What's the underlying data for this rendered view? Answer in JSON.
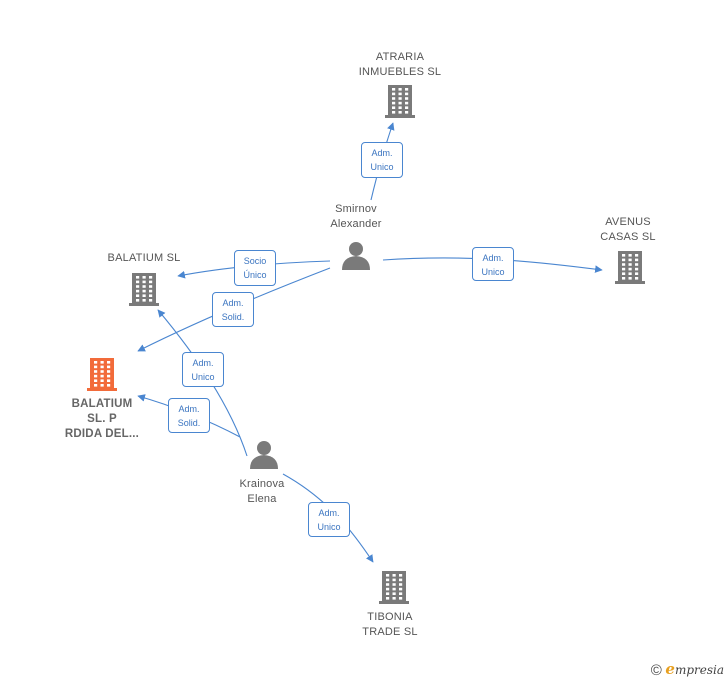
{
  "nodes": [
    {
      "id": "atraria",
      "kind": "company",
      "lines": [
        "ATRARIA",
        "INMUEBLES  SL"
      ],
      "highlight": false
    },
    {
      "id": "avenus",
      "kind": "company",
      "lines": [
        "AVENUS",
        "CASAS SL"
      ],
      "highlight": false
    },
    {
      "id": "balatium",
      "kind": "company",
      "lines": [
        "BALATIUM  SL"
      ],
      "highlight": false
    },
    {
      "id": "balatium_p",
      "kind": "company",
      "lines": [
        "BALATIUM",
        "SL.  P",
        "RDIDA DEL..."
      ],
      "highlight": true
    },
    {
      "id": "tibonia",
      "kind": "company",
      "lines": [
        "TIBONIA",
        "TRADE  SL"
      ],
      "highlight": false
    },
    {
      "id": "smirnov",
      "kind": "person",
      "lines": [
        "Smirnov",
        "Alexander"
      ],
      "highlight": false
    },
    {
      "id": "krainova",
      "kind": "person",
      "lines": [
        "Krainova",
        "Elena"
      ],
      "highlight": false
    }
  ],
  "edges": [
    {
      "from": "smirnov",
      "to": "atraria",
      "lines": [
        "Adm.",
        "Unico"
      ]
    },
    {
      "from": "smirnov",
      "to": "avenus",
      "lines": [
        "Adm.",
        "Unico"
      ]
    },
    {
      "from": "smirnov",
      "to": "balatium",
      "lines": [
        "Socio",
        "Único"
      ]
    },
    {
      "from": "smirnov",
      "to": "balatium_p",
      "lines": [
        "Adm.",
        "Solid."
      ]
    },
    {
      "from": "krainova",
      "to": "balatium",
      "lines": [
        "Adm.",
        "Unico"
      ]
    },
    {
      "from": "krainova",
      "to": "balatium_p",
      "lines": [
        "Adm.",
        "Solid."
      ]
    },
    {
      "from": "krainova",
      "to": "tibonia",
      "lines": [
        "Adm.",
        "Unico"
      ]
    }
  ],
  "colors": {
    "company": "#7a7a7a",
    "highlight": "#f26b3a",
    "person": "#7a7a7a",
    "edge": "#4a86d0"
  },
  "footer": {
    "copyright": "©",
    "brand_initial": "e",
    "brand_rest": "mpresia"
  }
}
